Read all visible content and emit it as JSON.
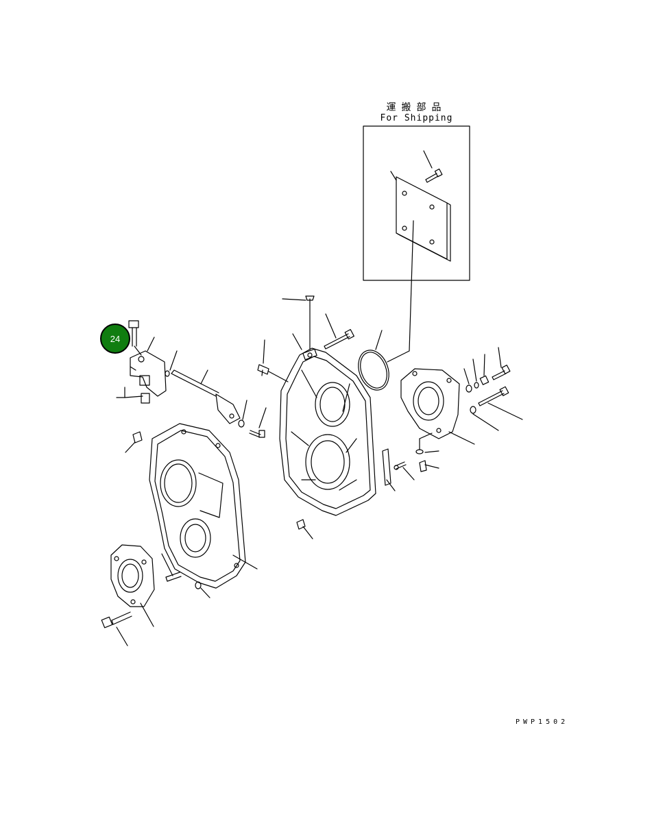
{
  "shipping_box": {
    "title_jp": "運搬部品",
    "title_en": "For Shipping"
  },
  "drawing_code": "PWP1502",
  "callout": {
    "number": "24",
    "color": "#107d10"
  }
}
